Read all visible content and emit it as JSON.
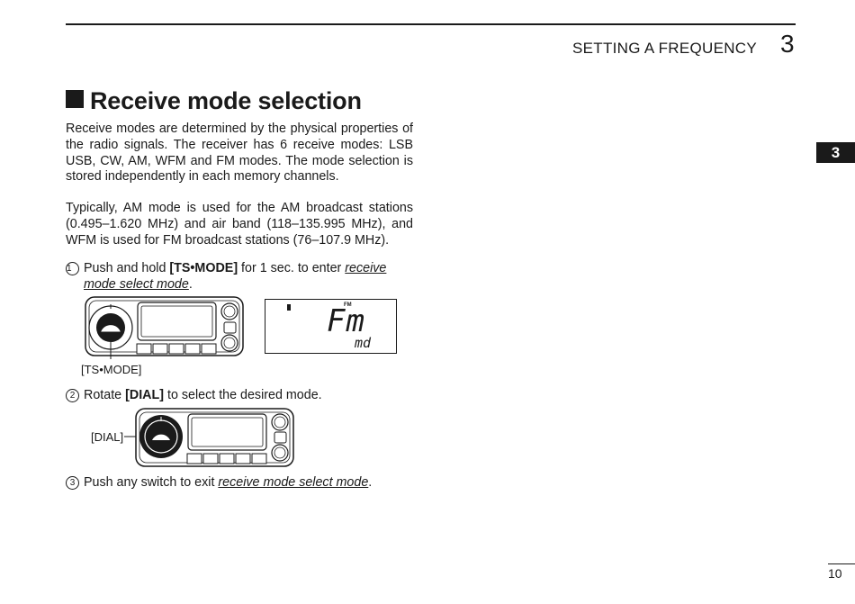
{
  "header": {
    "title": "SETTING A FREQUENCY",
    "chapter": "3"
  },
  "side_tab": {
    "label": "3"
  },
  "section": {
    "title": "Receive mode selection"
  },
  "paragraphs": [
    "Receive modes are determined by the physical properties of the radio signals. The receiver has 6 receive modes: LSB USB, CW, AM, WFM and FM modes. The mode selection is stored independently in each memory channels.",
    "Typically, AM mode is used for the AM broadcast stations (0.495–1.620 MHz) and air band (118–135.995 MHz), and WFM is used for FM broadcast stations (76–107.9 MHz)."
  ],
  "steps": [
    {
      "num": "1",
      "pre": "Push and hold ",
      "key": "[TS•MODE]",
      "mid": " for 1 sec. to enter ",
      "em1": "receive",
      "em2": "mode select mode",
      "post": "."
    },
    {
      "num": "2",
      "pre": "Rotate ",
      "key": "[DIAL]",
      "post": " to select the desired mode."
    },
    {
      "num": "3",
      "pre": "Push any switch to exit ",
      "em": "receive mode select mode",
      "post": "."
    }
  ],
  "figures": {
    "fig1": {
      "callout": "[TS•MODE]"
    },
    "fig2": {
      "callout": "[DIAL]"
    },
    "lcd": {
      "indicator": "FM",
      "main": "Fm",
      "sub": "md"
    }
  },
  "footer": {
    "page_number": "10"
  }
}
